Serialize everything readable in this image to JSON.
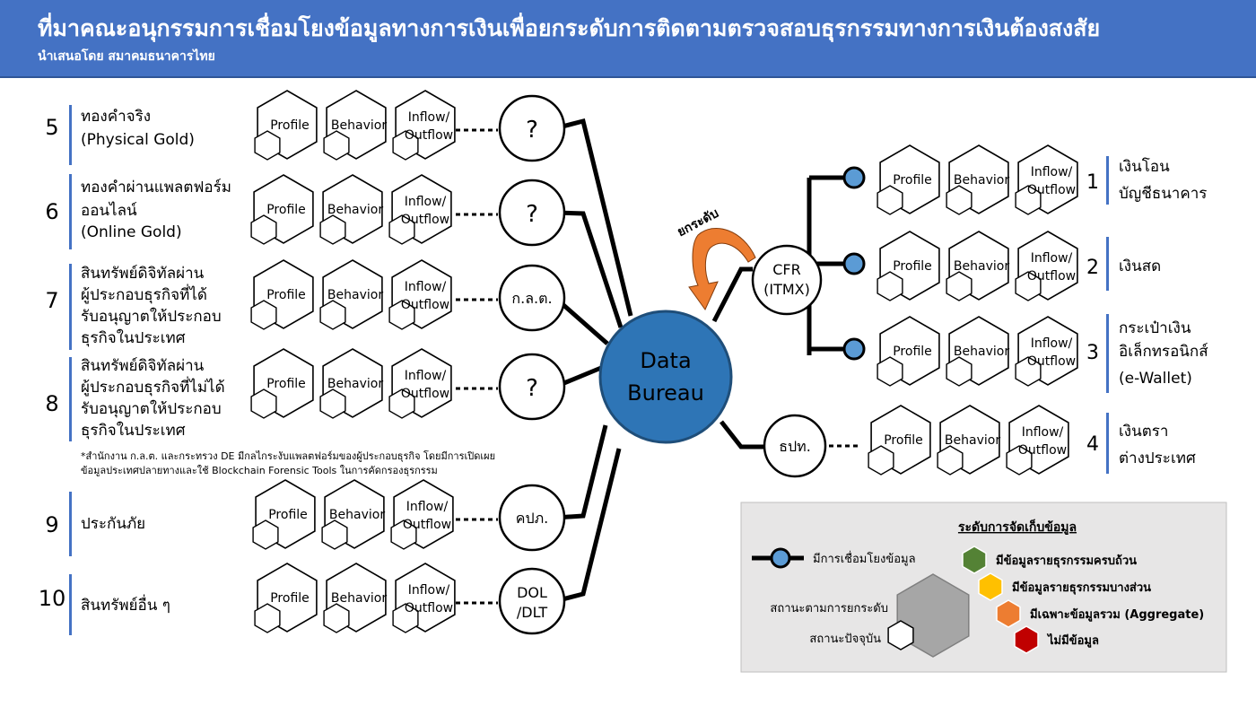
{
  "header": {
    "title": "ที่มาคณะอนุกรรมการเชื่อมโยงข้อมูลทางการเงินเพื่อยกระดับการติดตามตรวจสอบธุรกรรมทางการเงินต้องสงสัย",
    "subtitle": "นำเสนอโดย สมาคมธนาคารไทย"
  },
  "center": {
    "line1": "Data",
    "line2": "Bureau",
    "color": "#2e75b6"
  },
  "upgrade_label": "ยกระดับ",
  "hex_labels": {
    "profile": "Profile",
    "behavior": "Behavior",
    "flow1": "Inflow/",
    "flow2": "Outflow"
  },
  "left_rows": [
    {
      "num": "5",
      "name": [
        "ทองคำจริง",
        "(Physical Gold)"
      ],
      "node": "?"
    },
    {
      "num": "6",
      "name": [
        "ทองคำผ่านแพลตฟอร์ม",
        "ออนไลน์",
        "(Online Gold)"
      ],
      "node": "?"
    },
    {
      "num": "7",
      "name": [
        "สินทรัพย์ดิจิทัลผ่าน",
        "ผู้ประกอบธุรกิจที่ได้",
        "รับอนุญาตให้ประกอบ",
        "ธุรกิจในประเทศ"
      ],
      "node": "ก.ล.ต."
    },
    {
      "num": "8",
      "name": [
        "สินทรัพย์ดิจิทัลผ่าน",
        "ผู้ประกอบธุรกิจที่ไม่ได้",
        "รับอนุญาตให้ประกอบ",
        "ธุรกิจในประเทศ"
      ],
      "node": "?"
    },
    {
      "num": "9",
      "name": [
        "ประกันภัย"
      ],
      "node": "คปภ."
    },
    {
      "num": "10",
      "name": [
        "สินทรัพย์อื่น ๆ"
      ],
      "node": [
        "DOL",
        "/DLT"
      ]
    }
  ],
  "footnote": [
    "*สำนักงาน ก.ล.ต. และกระทรวง DE มีกลไกระงับแพลตฟอร์มของผู้ประกอบธุรกิจ โดยมีการเปิดเผย",
    "ข้อมูลประเทศปลายทางและใช้ Blockchain Forensic Tools ในการคัดกรองธุรกรรม"
  ],
  "cfr_node": [
    "CFR",
    "(ITMX)"
  ],
  "bot_node": "ธปท.",
  "right_rows": [
    {
      "num": "1",
      "name": [
        "เงินโอน",
        "บัญชีธนาคาร"
      ]
    },
    {
      "num": "2",
      "name": [
        "เงินสด"
      ]
    },
    {
      "num": "3",
      "name": [
        "กระเป๋าเงิน",
        "อิเล็กทรอนิกส์",
        "(e-Wallet)"
      ]
    },
    {
      "num": "4",
      "name": [
        "เงินตรา",
        "ต่างประเทศ"
      ]
    }
  ],
  "legend": {
    "title": "ระดับการจัดเก็บข้อมูล",
    "link": "มีการเชื่อมโยงข้อมูล",
    "target": "สถานะตามการยกระดับ",
    "current": "สถานะปัจจุบัน",
    "levels": [
      {
        "label": "มีข้อมูลรายธุรกรรมครบถ้วน",
        "color": "#548235"
      },
      {
        "label": "มีข้อมูลรายธุรกรรมบางส่วน",
        "color": "#ffc000"
      },
      {
        "label": "มีเฉพาะข้อมูลรวม (Aggregate)",
        "color": "#ed7d31"
      },
      {
        "label": "ไม่มีข้อมูล",
        "color": "#c00000"
      }
    ],
    "bg": "#e7e6e6"
  },
  "colors": {
    "accent_bar": "#4472c4",
    "link_dot": "#5b9bd5",
    "arrow": "#ed7d31"
  }
}
